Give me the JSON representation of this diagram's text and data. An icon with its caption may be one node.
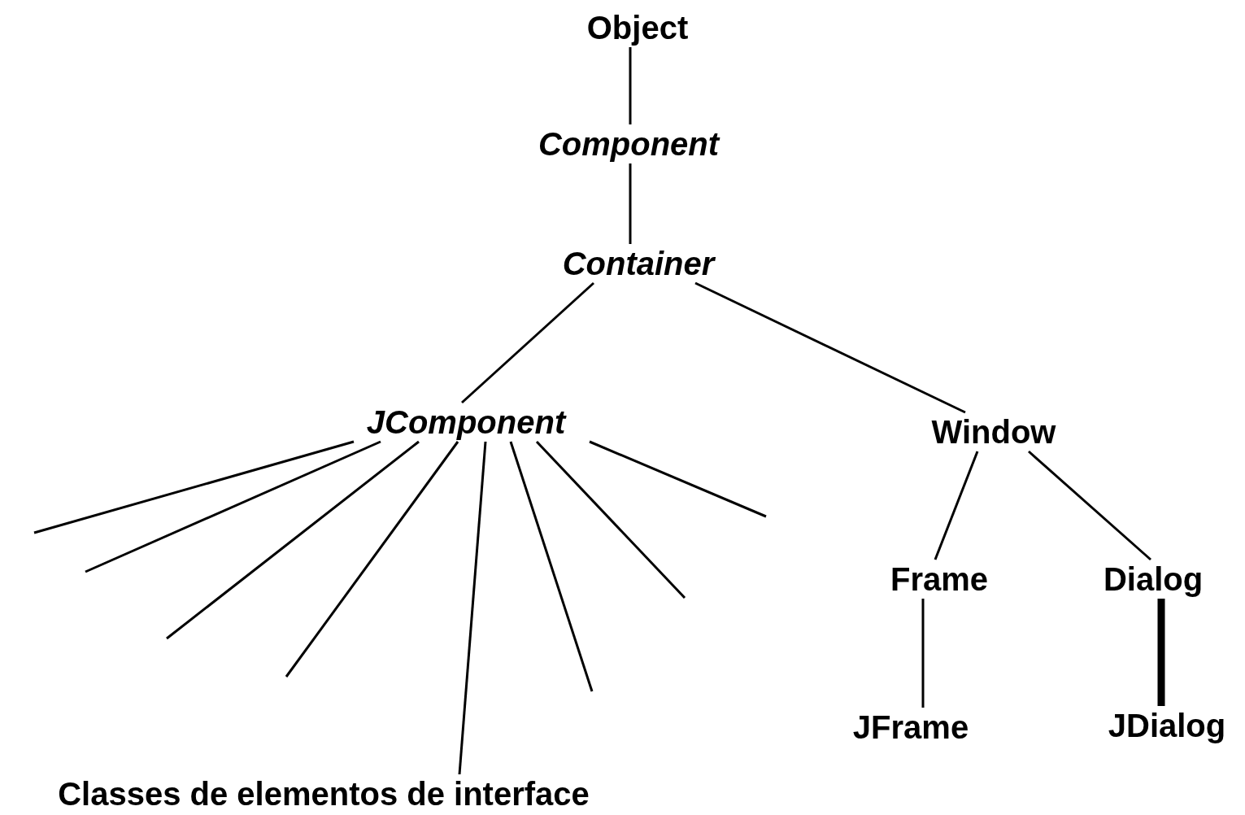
{
  "diagram": {
    "nodes": [
      {
        "text": [
          "Object"
        ]
      },
      {
        "text": [
          "Component"
        ]
      },
      {
        "text": [
          "Container"
        ]
      },
      {
        "text": [
          "JComponent"
        ]
      },
      {
        "text": [
          "Window"
        ]
      },
      {
        "text": [
          "Frame"
        ]
      },
      {
        "text": [
          "Dialog"
        ]
      },
      {
        "text": [
          "JFrame"
        ]
      },
      {
        "text": [
          "JDialog"
        ]
      },
      {
        "text": [
          "Classes de elementos de interface"
        ]
      }
    ],
    "edges": [
      {
        "from": 0,
        "to": 1,
        "arrow": "none"
      },
      {
        "from": 1,
        "to": 2,
        "arrow": "none"
      },
      {
        "from": 2,
        "to": 3,
        "arrow": "none"
      },
      {
        "from": 2,
        "to": 4,
        "arrow": "none"
      },
      {
        "from": 4,
        "to": 5,
        "arrow": "none"
      },
      {
        "from": 4,
        "to": 6,
        "arrow": "none"
      },
      {
        "from": 5,
        "to": 7,
        "arrow": "none"
      },
      {
        "from": 6,
        "to": 8,
        "arrow": "none",
        "style": "thick"
      },
      {
        "from": 3,
        "to": null,
        "arrow": "none"
      },
      {
        "from": 3,
        "to": null,
        "arrow": "none"
      },
      {
        "from": 3,
        "to": null,
        "arrow": "none"
      },
      {
        "from": 3,
        "to": null,
        "arrow": "none"
      },
      {
        "from": 3,
        "to": 9,
        "arrow": "none"
      },
      {
        "from": 3,
        "to": null,
        "arrow": "none"
      },
      {
        "from": 3,
        "to": null,
        "arrow": "none"
      },
      {
        "from": 3,
        "to": null,
        "arrow": "none"
      }
    ]
  }
}
